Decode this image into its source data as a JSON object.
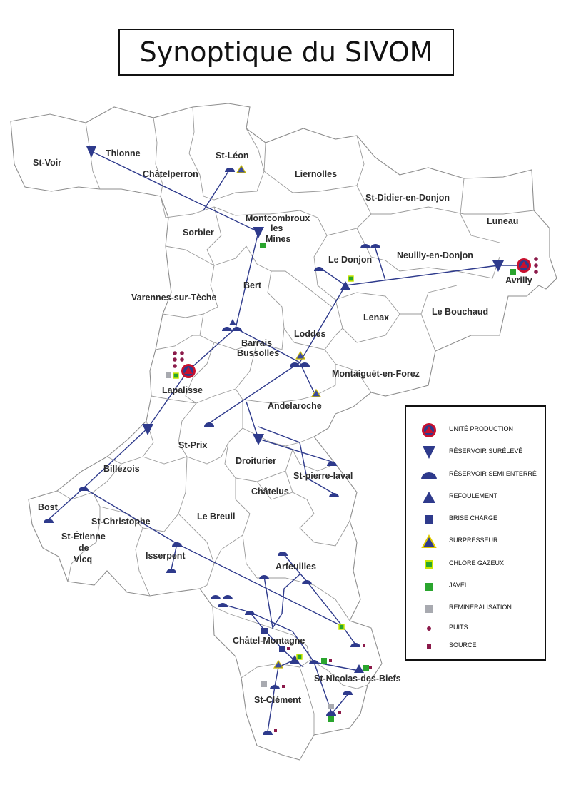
{
  "title": "Synoptique du SIVOM",
  "colors": {
    "network": "#2e3a8c",
    "unit_red": "#c8102e",
    "purple": "#8b1a4a",
    "chlore": "#c9e600",
    "javel": "#2aa52e",
    "remin": "#a8aab0",
    "border": "#9a9a9a"
  },
  "communes": [
    {
      "id": "st-voir",
      "label": "St-Voir"
    },
    {
      "id": "thionne",
      "label": "Thionne"
    },
    {
      "id": "st-leon",
      "label": "St-Léon"
    },
    {
      "id": "chatelperron",
      "label": "Châtelperron"
    },
    {
      "id": "liernolles",
      "label": "Liernolles"
    },
    {
      "id": "st-didier",
      "label": "St-Didier-en-Donjon"
    },
    {
      "id": "montcombroux-1",
      "label": "Montcombroux"
    },
    {
      "id": "montcombroux-2",
      "label": "les"
    },
    {
      "id": "montcombroux-3",
      "label": "Mines"
    },
    {
      "id": "luneau",
      "label": "Luneau"
    },
    {
      "id": "sorbier",
      "label": "Sorbier"
    },
    {
      "id": "le-donjon",
      "label": "Le Donjon"
    },
    {
      "id": "neuilly",
      "label": "Neuilly-en-Donjon"
    },
    {
      "id": "avrilly",
      "label": "Avrilly"
    },
    {
      "id": "varennes",
      "label": "Varennes-sur-Tèche"
    },
    {
      "id": "bert",
      "label": "Bert"
    },
    {
      "id": "lenax",
      "label": "Lenax"
    },
    {
      "id": "le-bouchaud",
      "label": "Le Bouchaud"
    },
    {
      "id": "loddes",
      "label": "Loddes"
    },
    {
      "id": "barrais-1",
      "label": "Barrais"
    },
    {
      "id": "barrais-2",
      "label": "Bussolles"
    },
    {
      "id": "montaiguet",
      "label": "Montaiguët-en-Forez"
    },
    {
      "id": "lapalisse",
      "label": "Lapalisse"
    },
    {
      "id": "andelaroche",
      "label": "Andelaroche"
    },
    {
      "id": "st-prix",
      "label": "St-Prix"
    },
    {
      "id": "droiturier",
      "label": "Droiturier"
    },
    {
      "id": "st-pierre-laval",
      "label": "St-pierre-laval"
    },
    {
      "id": "billezois",
      "label": "Billezois"
    },
    {
      "id": "chatelus",
      "label": "Châtelus"
    },
    {
      "id": "bost",
      "label": "Bost"
    },
    {
      "id": "st-christophe",
      "label": "St-Christophe"
    },
    {
      "id": "le-breuil",
      "label": "Le Breuil"
    },
    {
      "id": "st-etienne-1",
      "label": "St-Étienne"
    },
    {
      "id": "st-etienne-2",
      "label": "de"
    },
    {
      "id": "st-etienne-3",
      "label": "Vicq"
    },
    {
      "id": "isserpent",
      "label": "Isserpent"
    },
    {
      "id": "arfeuilles",
      "label": "Arfeuilles"
    },
    {
      "id": "chatel-montagne",
      "label": "Châtel-Montagne"
    },
    {
      "id": "st-nicolas",
      "label": "St-Nicolas-des-Biefs"
    },
    {
      "id": "st-clement",
      "label": "St-Clément"
    }
  ],
  "legend": [
    {
      "icon": "unit-production-icon",
      "label": "UNITÉ PRODUCTION"
    },
    {
      "icon": "elevated-reservoir-icon",
      "label": "RÉSERVOIR SURÉLEVÉ"
    },
    {
      "icon": "semi-buried-reservoir-icon",
      "label": "RÉSERVOIR SEMI ENTERRÉ"
    },
    {
      "icon": "pumping-icon",
      "label": "REFOULEMENT"
    },
    {
      "icon": "pressure-break-icon",
      "label": "BRISE CHARGE"
    },
    {
      "icon": "booster-icon",
      "label": "SURPRESSEUR"
    },
    {
      "icon": "chlorine-gas-icon",
      "label": "CHLORE GAZEUX"
    },
    {
      "icon": "bleach-icon",
      "label": "JAVEL"
    },
    {
      "icon": "remineralization-icon",
      "label": "REMINÉRALISATION"
    },
    {
      "icon": "well-icon",
      "label": "PUITS"
    },
    {
      "icon": "spring-icon",
      "label": "SOURCE"
    }
  ]
}
